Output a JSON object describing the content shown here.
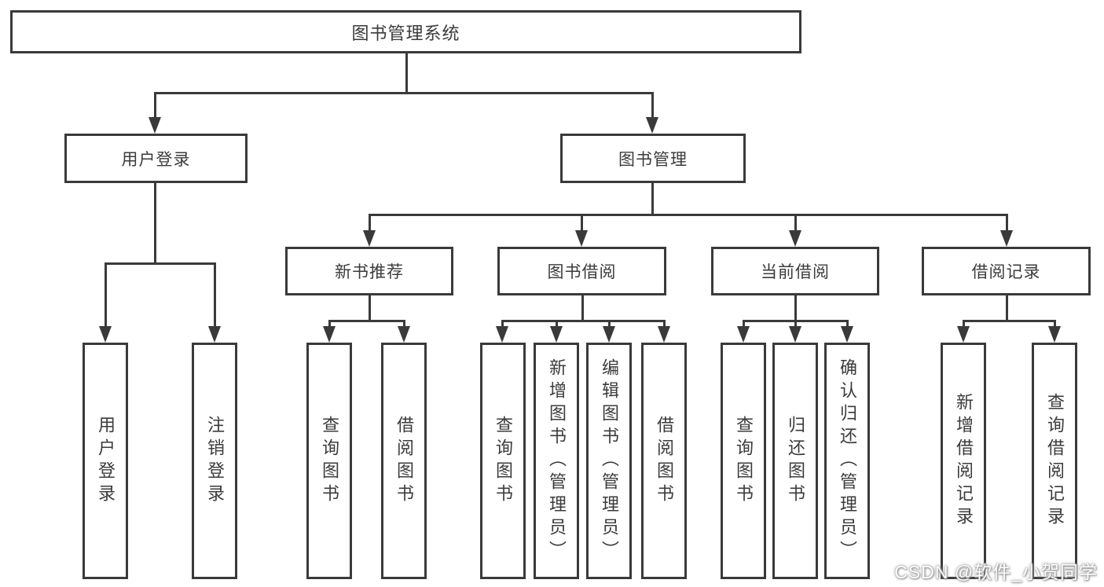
{
  "tree": {
    "root": {
      "label": "图书管理系统",
      "children": [
        {
          "label": "用户登录",
          "children": [
            {
              "label": "用户登录"
            },
            {
              "label": "注销登录"
            }
          ]
        },
        {
          "label": "图书管理",
          "children": [
            {
              "label": "新书推荐",
              "children": [
                {
                  "label": "查询图书"
                },
                {
                  "label": "借阅图书"
                }
              ]
            },
            {
              "label": "图书借阅",
              "children": [
                {
                  "label": "查询图书"
                },
                {
                  "label": "新增图书（管理员）"
                },
                {
                  "label": "编辑图书（管理员）"
                },
                {
                  "label": "借阅图书"
                }
              ]
            },
            {
              "label": "当前借阅",
              "children": [
                {
                  "label": "查询图书"
                },
                {
                  "label": "归还图书"
                },
                {
                  "label": "确认归还（管理员）"
                }
              ]
            },
            {
              "label": "借阅记录",
              "children": [
                {
                  "label": "新增借阅记录"
                },
                {
                  "label": "查询借阅记录"
                }
              ]
            }
          ]
        }
      ]
    }
  },
  "watermark": {
    "text": "CSDN @软件_小贺同学"
  },
  "colors": {
    "line": "#3a3a3a",
    "text": "#3b3b3b",
    "background": "#ffffff"
  }
}
